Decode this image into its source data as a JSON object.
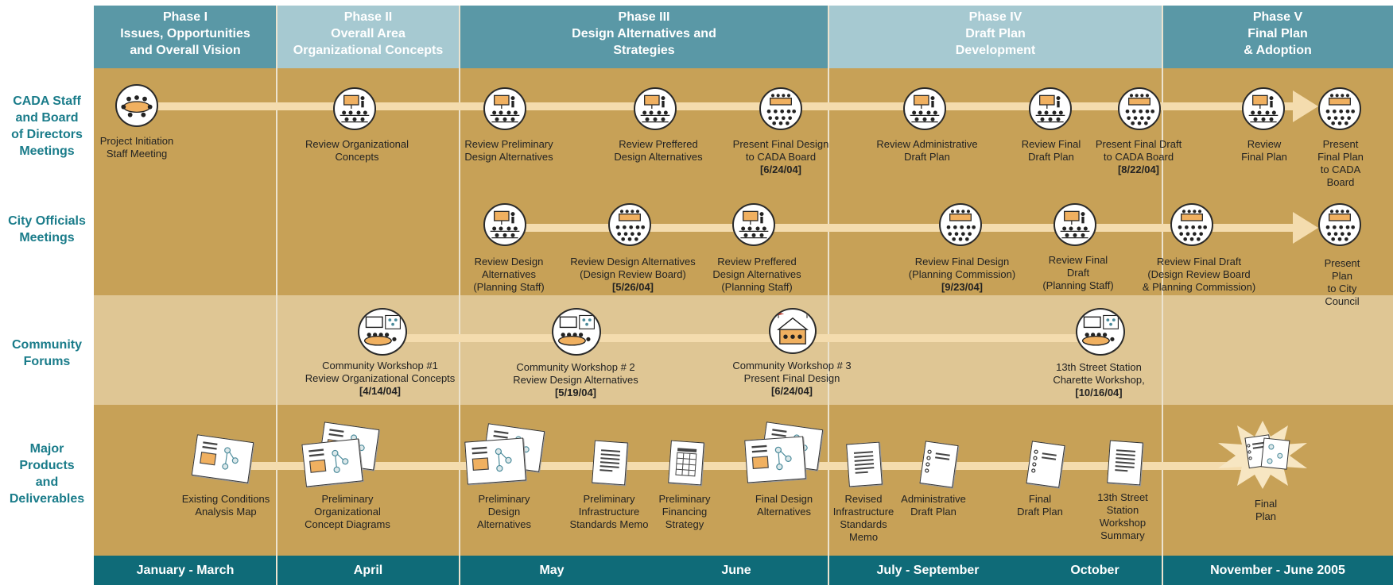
{
  "phases": [
    {
      "title": "Phase I",
      "subtitle": "Issues, Opportunities\nand Overall Vision"
    },
    {
      "title": "Phase II",
      "subtitle": "Overall Area\nOrganizational Concepts"
    },
    {
      "title": "Phase III",
      "subtitle": "Design Alternatives and\nStrategies"
    },
    {
      "title": "Phase IV",
      "subtitle": "Draft Plan\nDevelopment"
    },
    {
      "title": "Phase V",
      "subtitle": "Final Plan\n& Adoption"
    }
  ],
  "rows": [
    {
      "label": "CADA Staff\nand Board\nof Directors\nMeetings"
    },
    {
      "label": "City Officials\nMeetings"
    },
    {
      "label": "Community\nForums"
    },
    {
      "label": "Major\nProducts\nand\nDeliverables"
    }
  ],
  "months": [
    "January - March",
    "April",
    "May",
    "June",
    "July - September",
    "October",
    "November - June 2005"
  ],
  "cada": [
    {
      "icon": "staff-meeting-icon",
      "text": "Project Initiation\nStaff Meeting",
      "date": ""
    },
    {
      "icon": "presentation-meeting-icon",
      "text": "Review Organizational\nConcepts",
      "date": ""
    },
    {
      "icon": "presentation-meeting-icon",
      "text": "Review Preliminary\nDesign Alternatives",
      "date": ""
    },
    {
      "icon": "presentation-meeting-icon",
      "text": "Review Preffered\nDesign Alternatives",
      "date": ""
    },
    {
      "icon": "board-meeting-icon",
      "text": "Present Final Design\nto CADA Board",
      "date": "[6/24/04]"
    },
    {
      "icon": "presentation-meeting-icon",
      "text": "Review Administrative\nDraft Plan",
      "date": ""
    },
    {
      "icon": "presentation-meeting-icon",
      "text": "Review Final\nDraft Plan",
      "date": ""
    },
    {
      "icon": "board-meeting-icon",
      "text": "Present Final Draft\nto CADA Board",
      "date": "[8/22/04]"
    },
    {
      "icon": "presentation-meeting-icon",
      "text": "Review\nFinal Plan",
      "date": ""
    },
    {
      "icon": "board-meeting-icon",
      "text": "Present Final Plan\nto CADA Board",
      "date": ""
    }
  ],
  "city": [
    {
      "icon": "presentation-meeting-icon",
      "text": "Review Design\nAlternatives\n(Planning Staff)",
      "date": ""
    },
    {
      "icon": "board-meeting-icon",
      "text": "Review Design Alternatives\n(Design Review Board)",
      "date": "[5/26/04]"
    },
    {
      "icon": "presentation-meeting-icon",
      "text": "Review Preffered\nDesign Alternatives\n(Planning Staff)",
      "date": ""
    },
    {
      "icon": "board-meeting-icon",
      "text": "Review Final Design\n(Planning Commission)",
      "date": "[9/23/04]"
    },
    {
      "icon": "presentation-meeting-icon",
      "text": "Review Final\nDraft\n(Planning Staff)",
      "date": ""
    },
    {
      "icon": "board-meeting-icon",
      "text": "Review Final Draft\n(Design Review Board\n& Planning Commission)",
      "date": ""
    },
    {
      "icon": "board-meeting-icon",
      "text": "Present Plan\nto City\nCouncil",
      "date": ""
    }
  ],
  "community": [
    {
      "icon": "workshop-icon",
      "text": "Community Workshop #1\nReview Organizational Concepts",
      "date": "[4/14/04]"
    },
    {
      "icon": "workshop-icon",
      "text": "Community Workshop # 2\nReview Design Alternatives",
      "date": "[5/19/04]"
    },
    {
      "icon": "open-house-icon",
      "text": "Community Workshop # 3\nPresent Final Design",
      "date": "[6/24/04]"
    },
    {
      "icon": "workshop-icon",
      "text": "13th Street Station\nCharette Workshop,",
      "date": "[10/16/04]"
    }
  ],
  "deliverables": [
    {
      "icon": "map-document-icon",
      "text": "Existing Conditions\nAnalysis Map"
    },
    {
      "icon": "diagram-documents-icon",
      "text": "Preliminary\nOrganizational\nConcept Diagrams"
    },
    {
      "icon": "map-documents-icon",
      "text": "Preliminary\nDesign\nAlternatives"
    },
    {
      "icon": "memo-icon",
      "text": "Preliminary\nInfrastructure\nStandards Memo"
    },
    {
      "icon": "spreadsheet-icon",
      "text": "Preliminary\nFinancing\nStrategy"
    },
    {
      "icon": "map-documents-icon",
      "text": "Final Design\nAlternatives"
    },
    {
      "icon": "memo-icon",
      "text": "Revised\nInfrastructure\nStandards\nMemo"
    },
    {
      "icon": "bound-report-icon",
      "text": "Administrative\nDraft Plan"
    },
    {
      "icon": "bound-report-icon",
      "text": "Final\nDraft Plan"
    },
    {
      "icon": "memo-icon",
      "text": "13th Street\nStation\nWorkshop\nSummary"
    },
    {
      "icon": "final-plan-burst-icon",
      "text": "Final\nPlan"
    }
  ],
  "colors": {
    "header_dark": "#5a98a6",
    "header_light": "#a6c9d1",
    "band": "#c7a157",
    "band_light": "#dfc694",
    "footer": "#0f6b78",
    "track": "#f4dcae",
    "row_label": "#1a7c8a"
  }
}
